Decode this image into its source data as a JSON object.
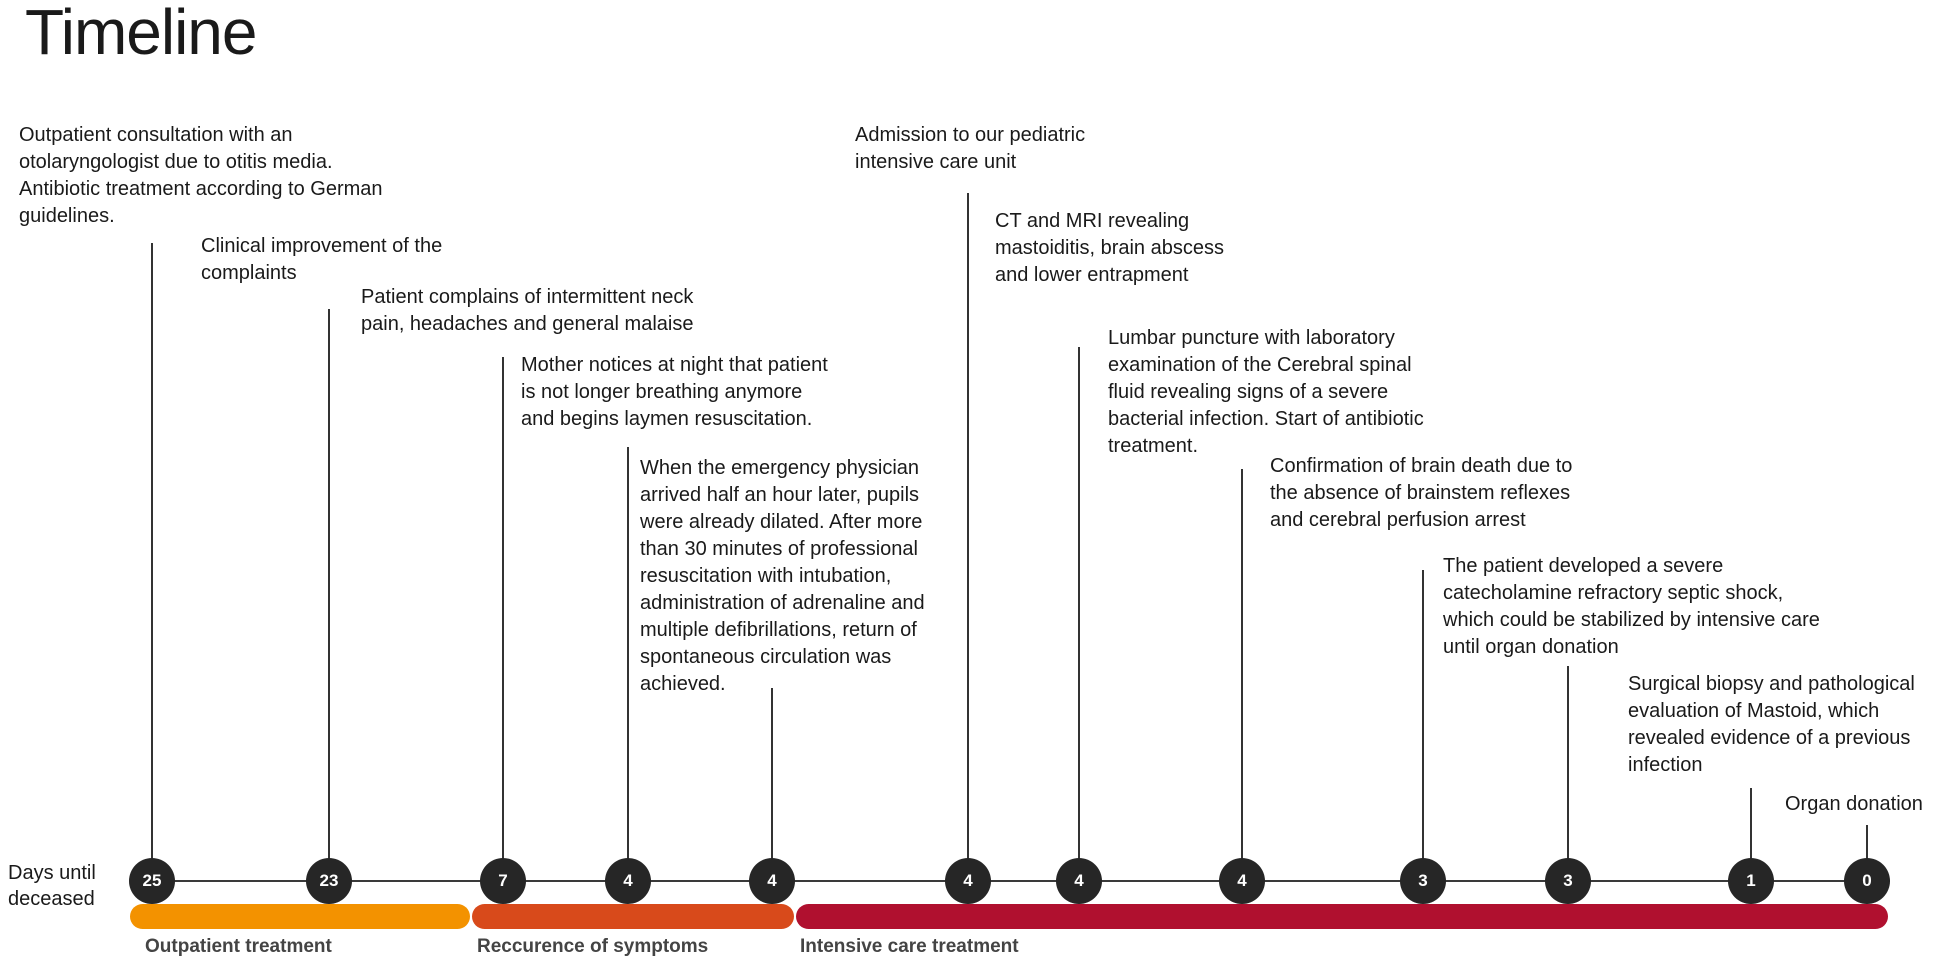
{
  "title": "Timeline",
  "axis_label": "Days until\ndeceased",
  "events": [
    {
      "text": "Outpatient consultation with an\notolaryngologist due to otitis media.\nAntibiotic treatment according to German\nguidelines.",
      "days": "25"
    },
    {
      "text": "Clinical improvement of the\ncomplaints",
      "days": "23"
    },
    {
      "text": "Patient complains of intermittent neck\npain, headaches and general malaise",
      "days": "7"
    },
    {
      "text": "Mother notices at night that patient\nis not longer breathing anymore\nand begins laymen resuscitation.",
      "days": "4"
    },
    {
      "text": "When the emergency physician\narrived half an hour later, pupils\nwere already dilated. After more\nthan 30 minutes of professional\nresuscitation with intubation,\nadministration of adrenaline and\nmultiple defibrillations, return of\nspontaneous circulation was\nachieved.",
      "days": "4"
    },
    {
      "text": "Admission to our pediatric\nintensive care unit",
      "days": "4"
    },
    {
      "text": "CT and MRI revealing\nmastoiditis, brain abscess\nand lower entrapment",
      "days": "4"
    },
    {
      "text": "Lumbar puncture with laboratory\nexamination of the Cerebral spinal\nfluid revealing signs of a severe\nbacterial infection. Start of antibiotic\ntreatment.",
      "days": "4"
    },
    {
      "text": "Confirmation of brain death due to\nthe absence of brainstem reflexes\nand cerebral perfusion arrest",
      "days": "3"
    },
    {
      "text": "The patient developed a severe\ncatecholamine refractory septic shock,\nwhich could be stabilized by intensive care\nuntil organ donation",
      "days": "3"
    },
    {
      "text": "Surgical biopsy and pathological\nevaluation of Mastoid, which\nrevealed evidence of a previous\ninfection",
      "days": "1"
    },
    {
      "text": "Organ donation",
      "days": "0"
    }
  ],
  "phases": [
    {
      "label": "Outpatient treatment",
      "color": "#f39200"
    },
    {
      "label": "Reccurence of symptoms",
      "color": "#d84a1b"
    },
    {
      "label": "Intensive care treatment",
      "color": "#b0102f"
    }
  ]
}
